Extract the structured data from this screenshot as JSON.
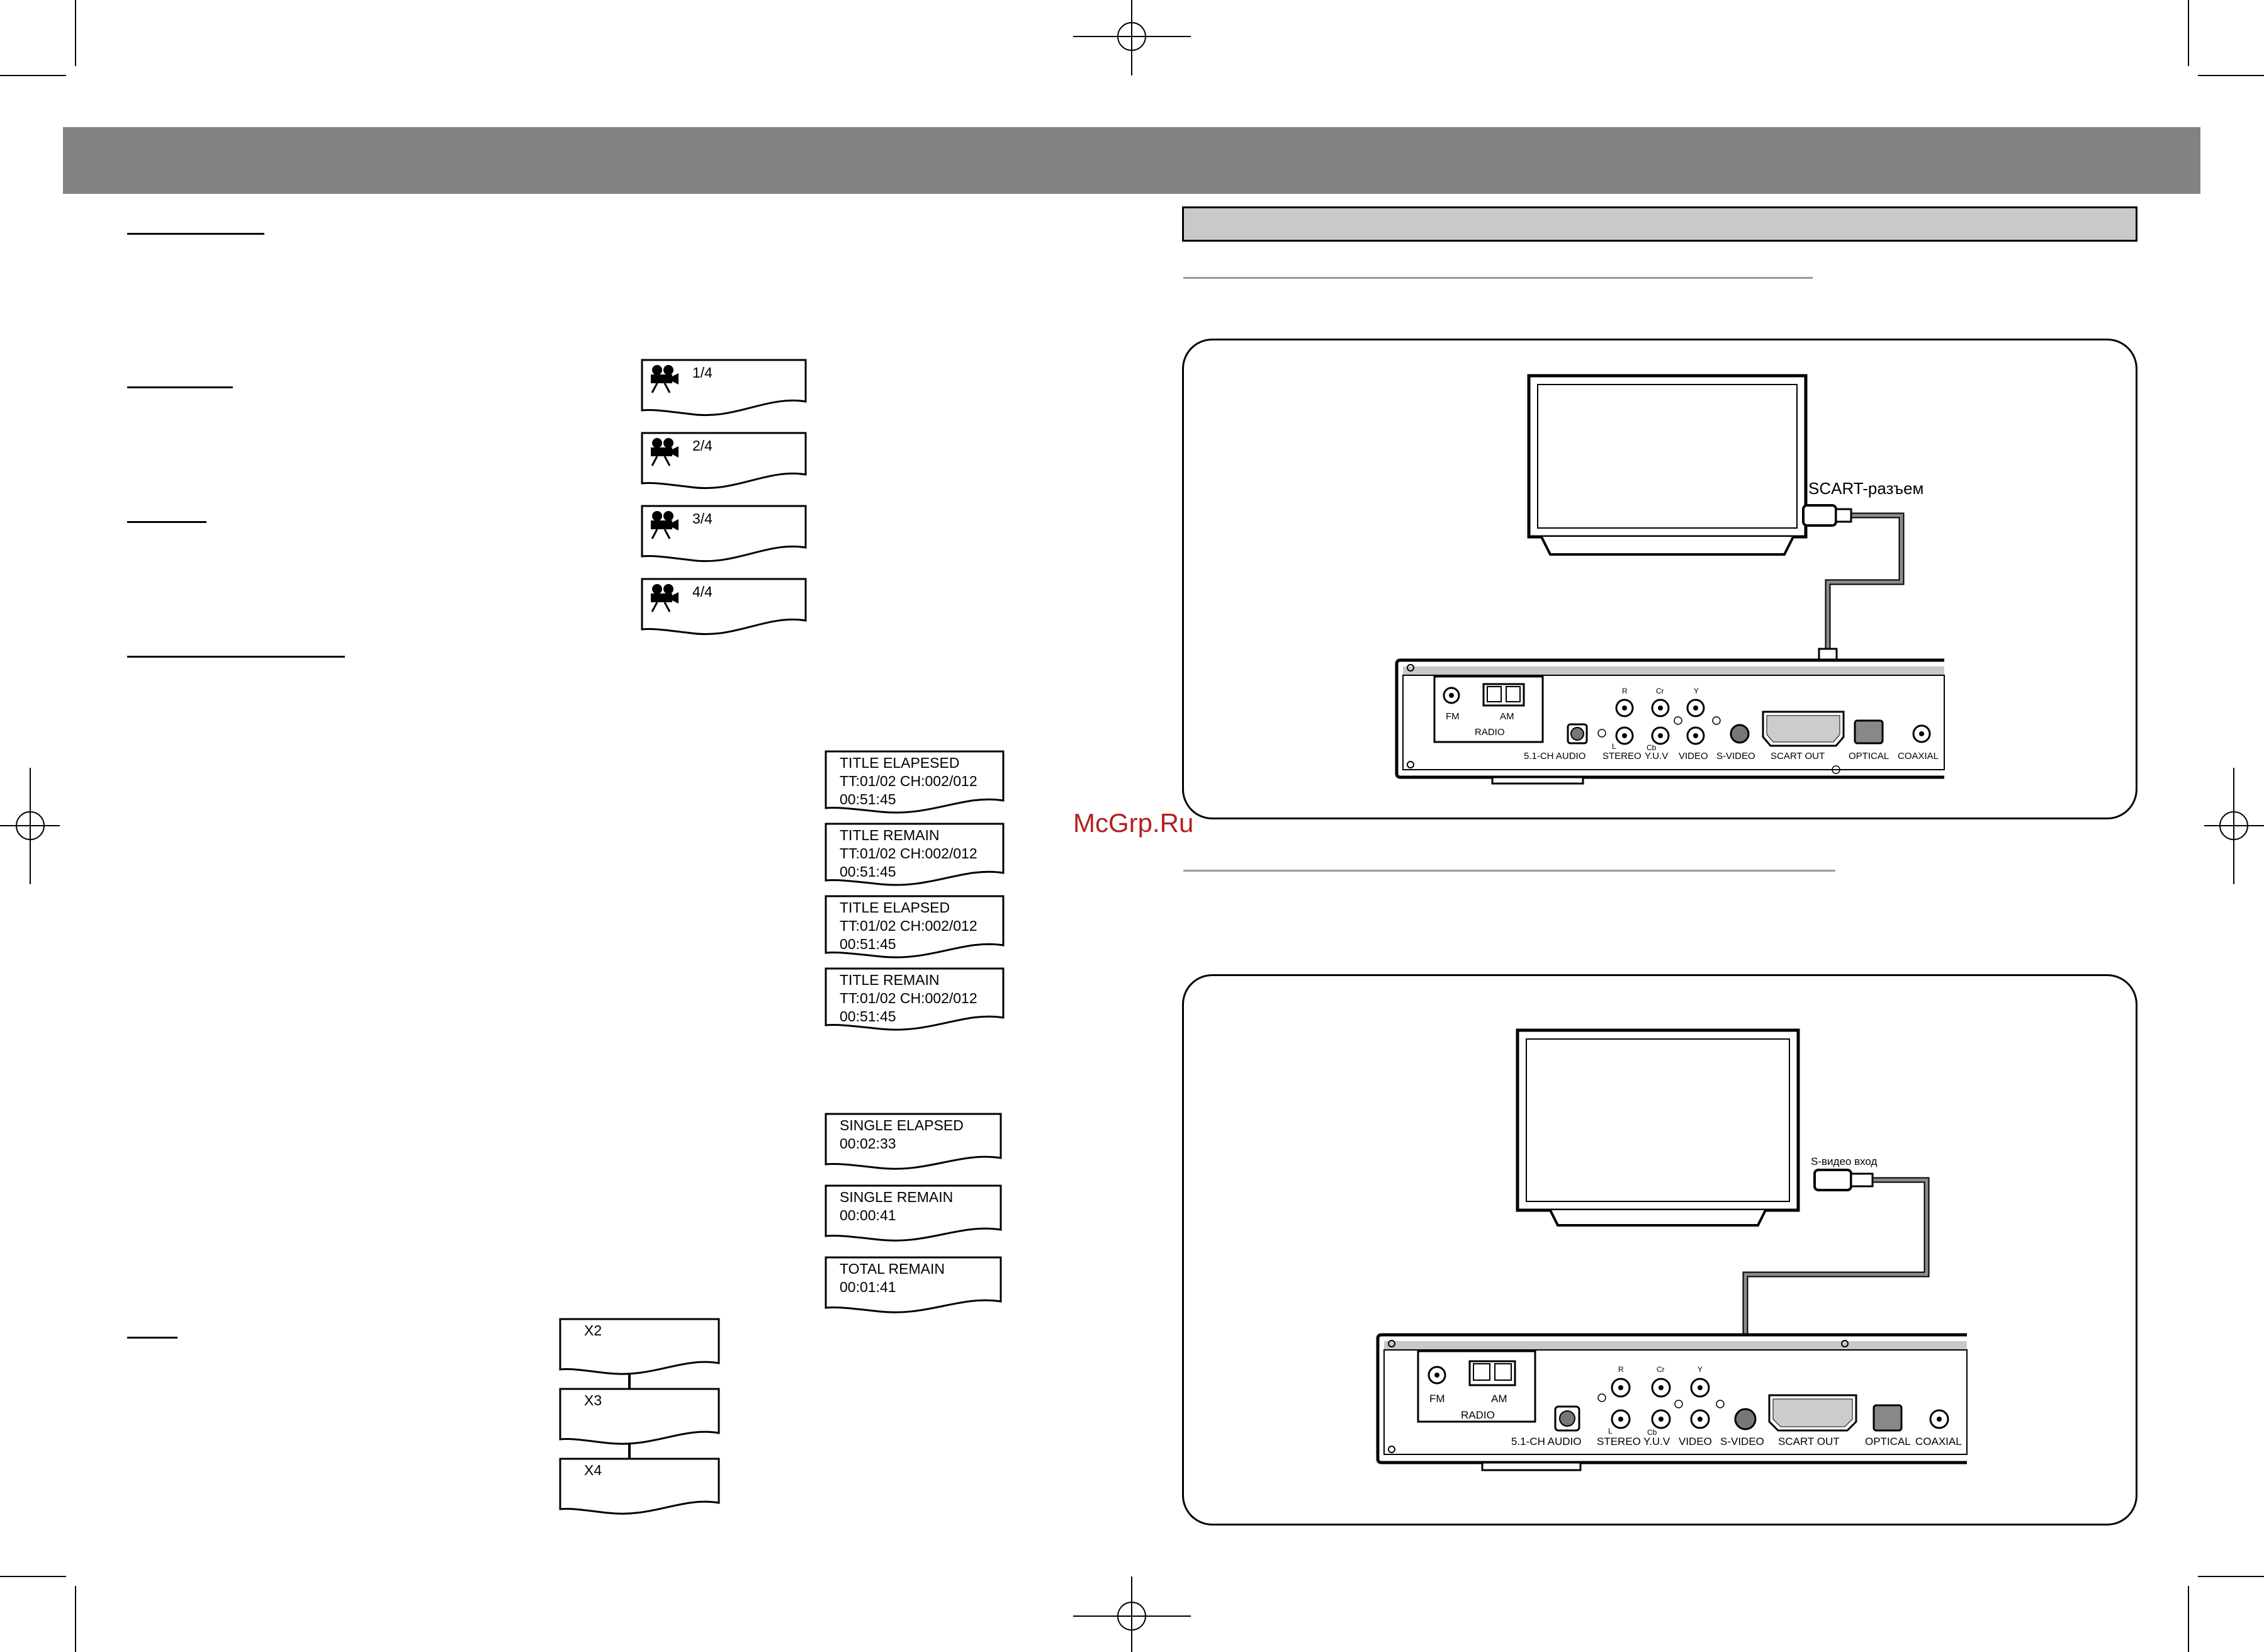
{
  "angle_screens": [
    {
      "text": "1/4",
      "icon": "movie-camera-icon"
    },
    {
      "text": "2/4",
      "icon": "movie-camera-icon"
    },
    {
      "text": "3/4",
      "icon": "movie-camera-icon"
    },
    {
      "text": "4/4",
      "icon": "movie-camera-icon"
    }
  ],
  "time_screens_dvd": [
    {
      "line1": "TITLE ELAPESED",
      "line2": "TT:01/02 CH:002/012",
      "line3": "00:51:45"
    },
    {
      "line1": "TITLE REMAIN",
      "line2": "TT:01/02 CH:002/012",
      "line3": "00:51:45"
    },
    {
      "line1": "TITLE ELAPSED",
      "line2": "TT:01/02 CH:002/012",
      "line3": "00:51:45"
    },
    {
      "line1": "TITLE REMAIN",
      "line2": "TT:01/02 CH:002/012",
      "line3": "00:51:45"
    }
  ],
  "time_screens_cd": [
    {
      "line1": "SINGLE ELAPSED",
      "line2": "00:02:33"
    },
    {
      "line1": "SINGLE REMAIN",
      "line2": "00:00:41"
    },
    {
      "line1": "TOTAL REMAIN",
      "line2": "00:01:41"
    }
  ],
  "zoom_screens": [
    {
      "text": "X2"
    },
    {
      "text": "X3"
    },
    {
      "text": "X4"
    }
  ],
  "watermark": "McGrp.Ru",
  "diagram_scart": {
    "connector_label": "SCART-разъем"
  },
  "diagram_svideo": {
    "connector_label": "S-видео вход"
  },
  "rear_panel": {
    "fm": "FM",
    "am": "AM",
    "radio": "RADIO",
    "r": "R",
    "l": "L",
    "cr": "Cr",
    "cb": "Cb",
    "y": "Y",
    "audio51": "5.1-CH AUDIO",
    "stereo": "STEREO",
    "yuv": "Y.U.V",
    "video": "VIDEO",
    "svideo": "S-VIDEO",
    "scart_out": "SCART OUT",
    "optical": "OPTICAL",
    "coaxial": "COAXIAL"
  }
}
